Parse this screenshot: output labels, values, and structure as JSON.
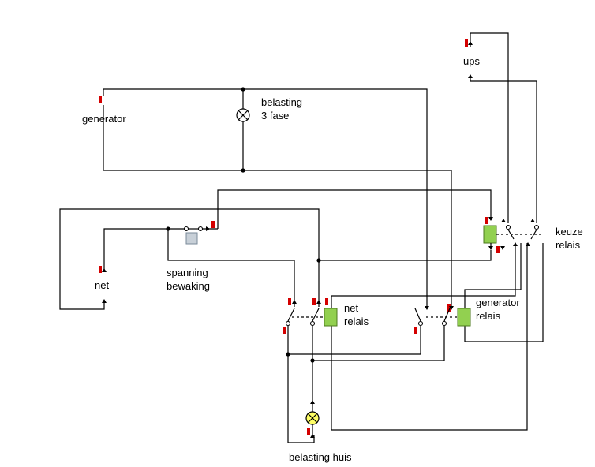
{
  "labels": {
    "generator": "generator",
    "load_3phase_line1": "belasting",
    "load_3phase_line2": "3 fase",
    "ups": "ups",
    "net": "net",
    "monitor_line1": "spanning",
    "monitor_line2": "bewaking",
    "net_relay_line1": "net",
    "net_relay_line2": "relais",
    "generator_relay_line1": "generator",
    "generator_relay_line2": "relais",
    "select_relay_line1": "keuze",
    "select_relay_line2": "relais",
    "house_load": "belasting  huis"
  },
  "colors": {
    "wire": "#000000",
    "terminal": "#d40000",
    "relay_coil": "#92d050",
    "lamp_on": "#ffff66",
    "button": "#c8d0d8"
  }
}
